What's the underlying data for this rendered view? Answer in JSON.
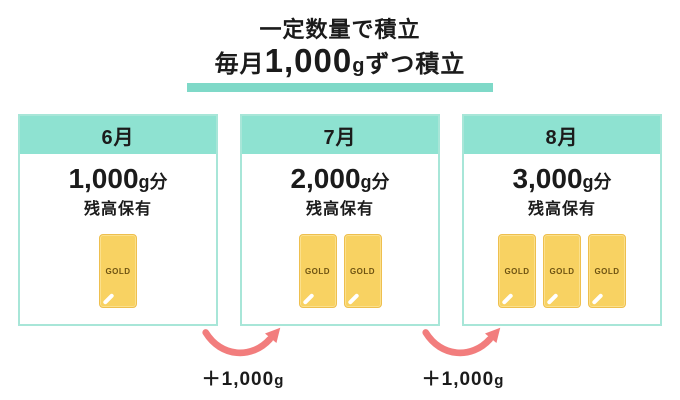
{
  "title": "一定数量で積立",
  "subtitle": {
    "prefix": "毎月",
    "amount": "1,000",
    "unit": "g",
    "suffix": "ずつ積立"
  },
  "colors": {
    "teal_header": "#8ee2d1",
    "teal_highlight": "#7fd9c8",
    "gold": "#f8d262",
    "arrow_pink": "#f27d7d"
  },
  "gold_label": "GOLD",
  "cards": [
    {
      "month": "6月",
      "amount": "1,000",
      "unit": "g分",
      "balance": "残高保有",
      "bars": 1
    },
    {
      "month": "7月",
      "amount": "2,000",
      "unit": "g分",
      "balance": "残高保有",
      "bars": 2
    },
    {
      "month": "8月",
      "amount": "3,000",
      "unit": "g分",
      "balance": "残高保有",
      "bars": 3
    }
  ],
  "arrows": [
    {
      "amount": "＋1,000",
      "unit": "g"
    },
    {
      "amount": "＋1,000",
      "unit": "g"
    }
  ]
}
